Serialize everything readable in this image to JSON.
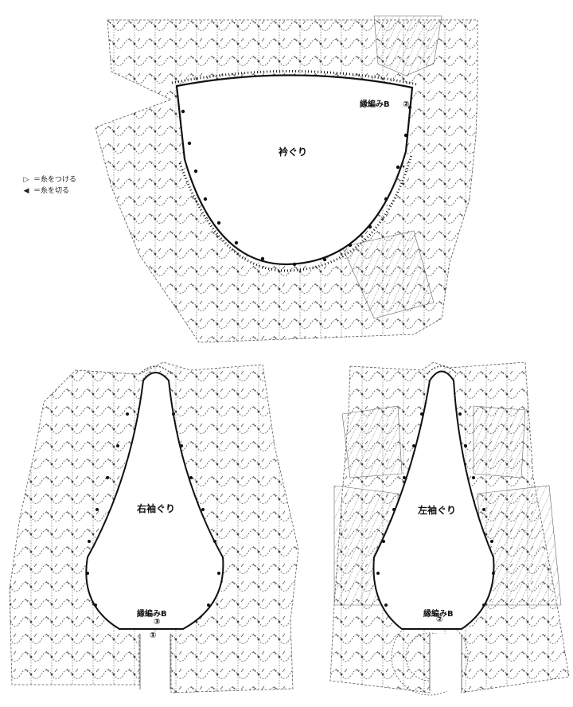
{
  "legend": {
    "attach": {
      "symbol": "▷",
      "text": "＝糸をつける"
    },
    "cut": {
      "symbol": "◀",
      "text": "＝糸を切る"
    }
  },
  "labels": {
    "neckline": "衿ぐり",
    "edge_neck": "縁編みB",
    "mark_neck": "②",
    "right_armhole": "右袖ぐり",
    "edge_right": "縁編みB",
    "mark_right_top": "③",
    "mark_right_bottom": "①",
    "left_armhole": "左袖ぐり",
    "edge_left": "縁編みB",
    "mark_left": "②"
  },
  "colors": {
    "line": "#3a3a3a",
    "edge": "#111111"
  }
}
